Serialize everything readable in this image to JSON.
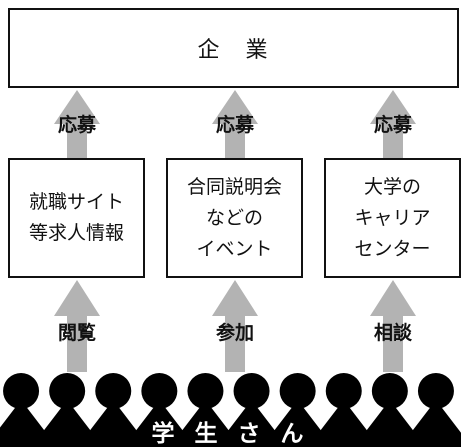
{
  "top_box": {
    "text": "企　業"
  },
  "upper_labels": [
    "応募",
    "応募",
    "応募"
  ],
  "boxes": [
    {
      "lines": [
        "就職サイト",
        "等求人情報"
      ]
    },
    {
      "lines": [
        "合同説明会",
        "などの",
        "イベント"
      ]
    },
    {
      "lines": [
        "大学の",
        "キャリア",
        "センター"
      ]
    }
  ],
  "lower_labels": [
    "閲覧",
    "参加",
    "相談"
  ],
  "students": {
    "label": "学 生 さ ん",
    "figure_count": 10
  },
  "colors": {
    "arrow": "#b3b3b3",
    "ink": "#111111",
    "figure": "#000000"
  }
}
